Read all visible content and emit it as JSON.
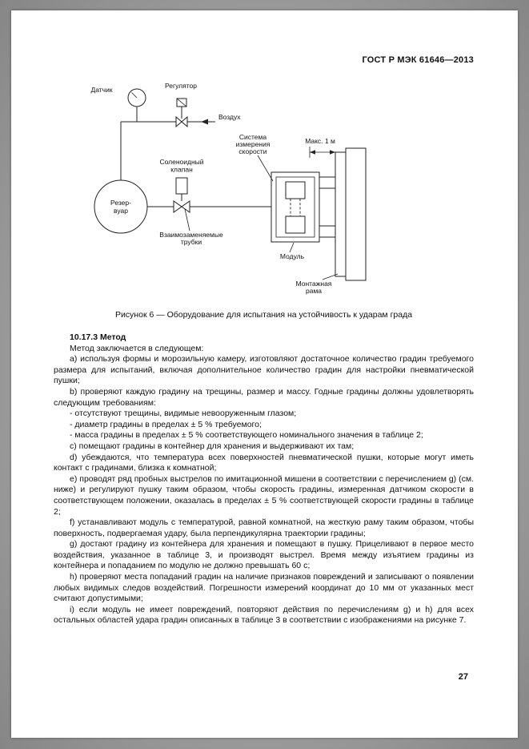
{
  "page": {
    "header": "ГОСТ Р МЭК 61646—2013",
    "page_number": "27"
  },
  "figure": {
    "caption": "Рисунок 6 — Оборудование для испытания на устойчивость к ударам града",
    "labels": {
      "sensor": "Датчик",
      "regulator": "Регулятор",
      "air": "Воздух",
      "speed_system": [
        "Система",
        "измерения",
        "скорости"
      ],
      "max_distance": "Макс. 1 м",
      "solenoid": [
        "Соленоидный",
        "клапан"
      ],
      "reservoir": [
        "Резер-",
        "вуар"
      ],
      "tubes": [
        "Взаимозаменяемые",
        "трубки"
      ],
      "module": "Модуль",
      "frame": [
        "Монтажная",
        "рама"
      ]
    }
  },
  "section": {
    "heading": "10.17.3 Метод",
    "intro": "Метод заключается в следующем:",
    "paragraphs": [
      "а) используя формы и морозильную камеру, изготовляют достаточное количество градин требуемого размера для испытаний, включая дополнительное количество градин для настройки пневматической пушки;",
      "b) проверяют каждую градину на трещины, размер и массу. Годные градины должны удовлетворять следующим требованиям:",
      "- отсутствуют трещины, видимые невооруженным глазом;",
      "- диаметр градины в пределах ± 5 % требуемого;",
      "- масса градины в пределах ± 5 % соответствующего номинального значения в таблице 2;",
      "с) помещают градины в контейнер для хранения и выдерживают их там;",
      "d) убеждаются, что температура всех поверхностей пневматической пушки, которые могут иметь контакт с градинами, близка к комнатной;",
      "е) проводят ряд пробных выстрелов по имитационной мишени в соответствии с перечислением g) (см. ниже) и регулируют пушку таким образом, чтобы скорость градины, измеренная датчиком скорости в соответствующем положении, оказалась в пределах ± 5 % соответствующей скорости градины в таблице 2;",
      "f) устанавливают модуль с температурой, равной комнатной, на жесткую раму таким образом, чтобы поверхность, подвергаемая удару, была перпендикулярна траектории градины;",
      "g) достают градину из контейнера для хранения и помещают в пушку. Прицеливают в первое место воздействия, указанное в таблице 3, и производят выстрел. Время между изъятием градины из контейнера и попаданием по модулю не должно превышать 60 с;",
      "h) проверяют места попаданий градин на наличие признаков повреждений и записывают о появлении любых видимых следов воздействий. Погрешности измерений координат до 10 мм от указанных мест считают допустимыми;",
      "i) если модуль не имеет повреждений, повторяют действия по перечислениям g) и h) для всех остальных областей удара градин описанных в таблице 3 в соответствии с изображениями на рисунке 7."
    ]
  }
}
